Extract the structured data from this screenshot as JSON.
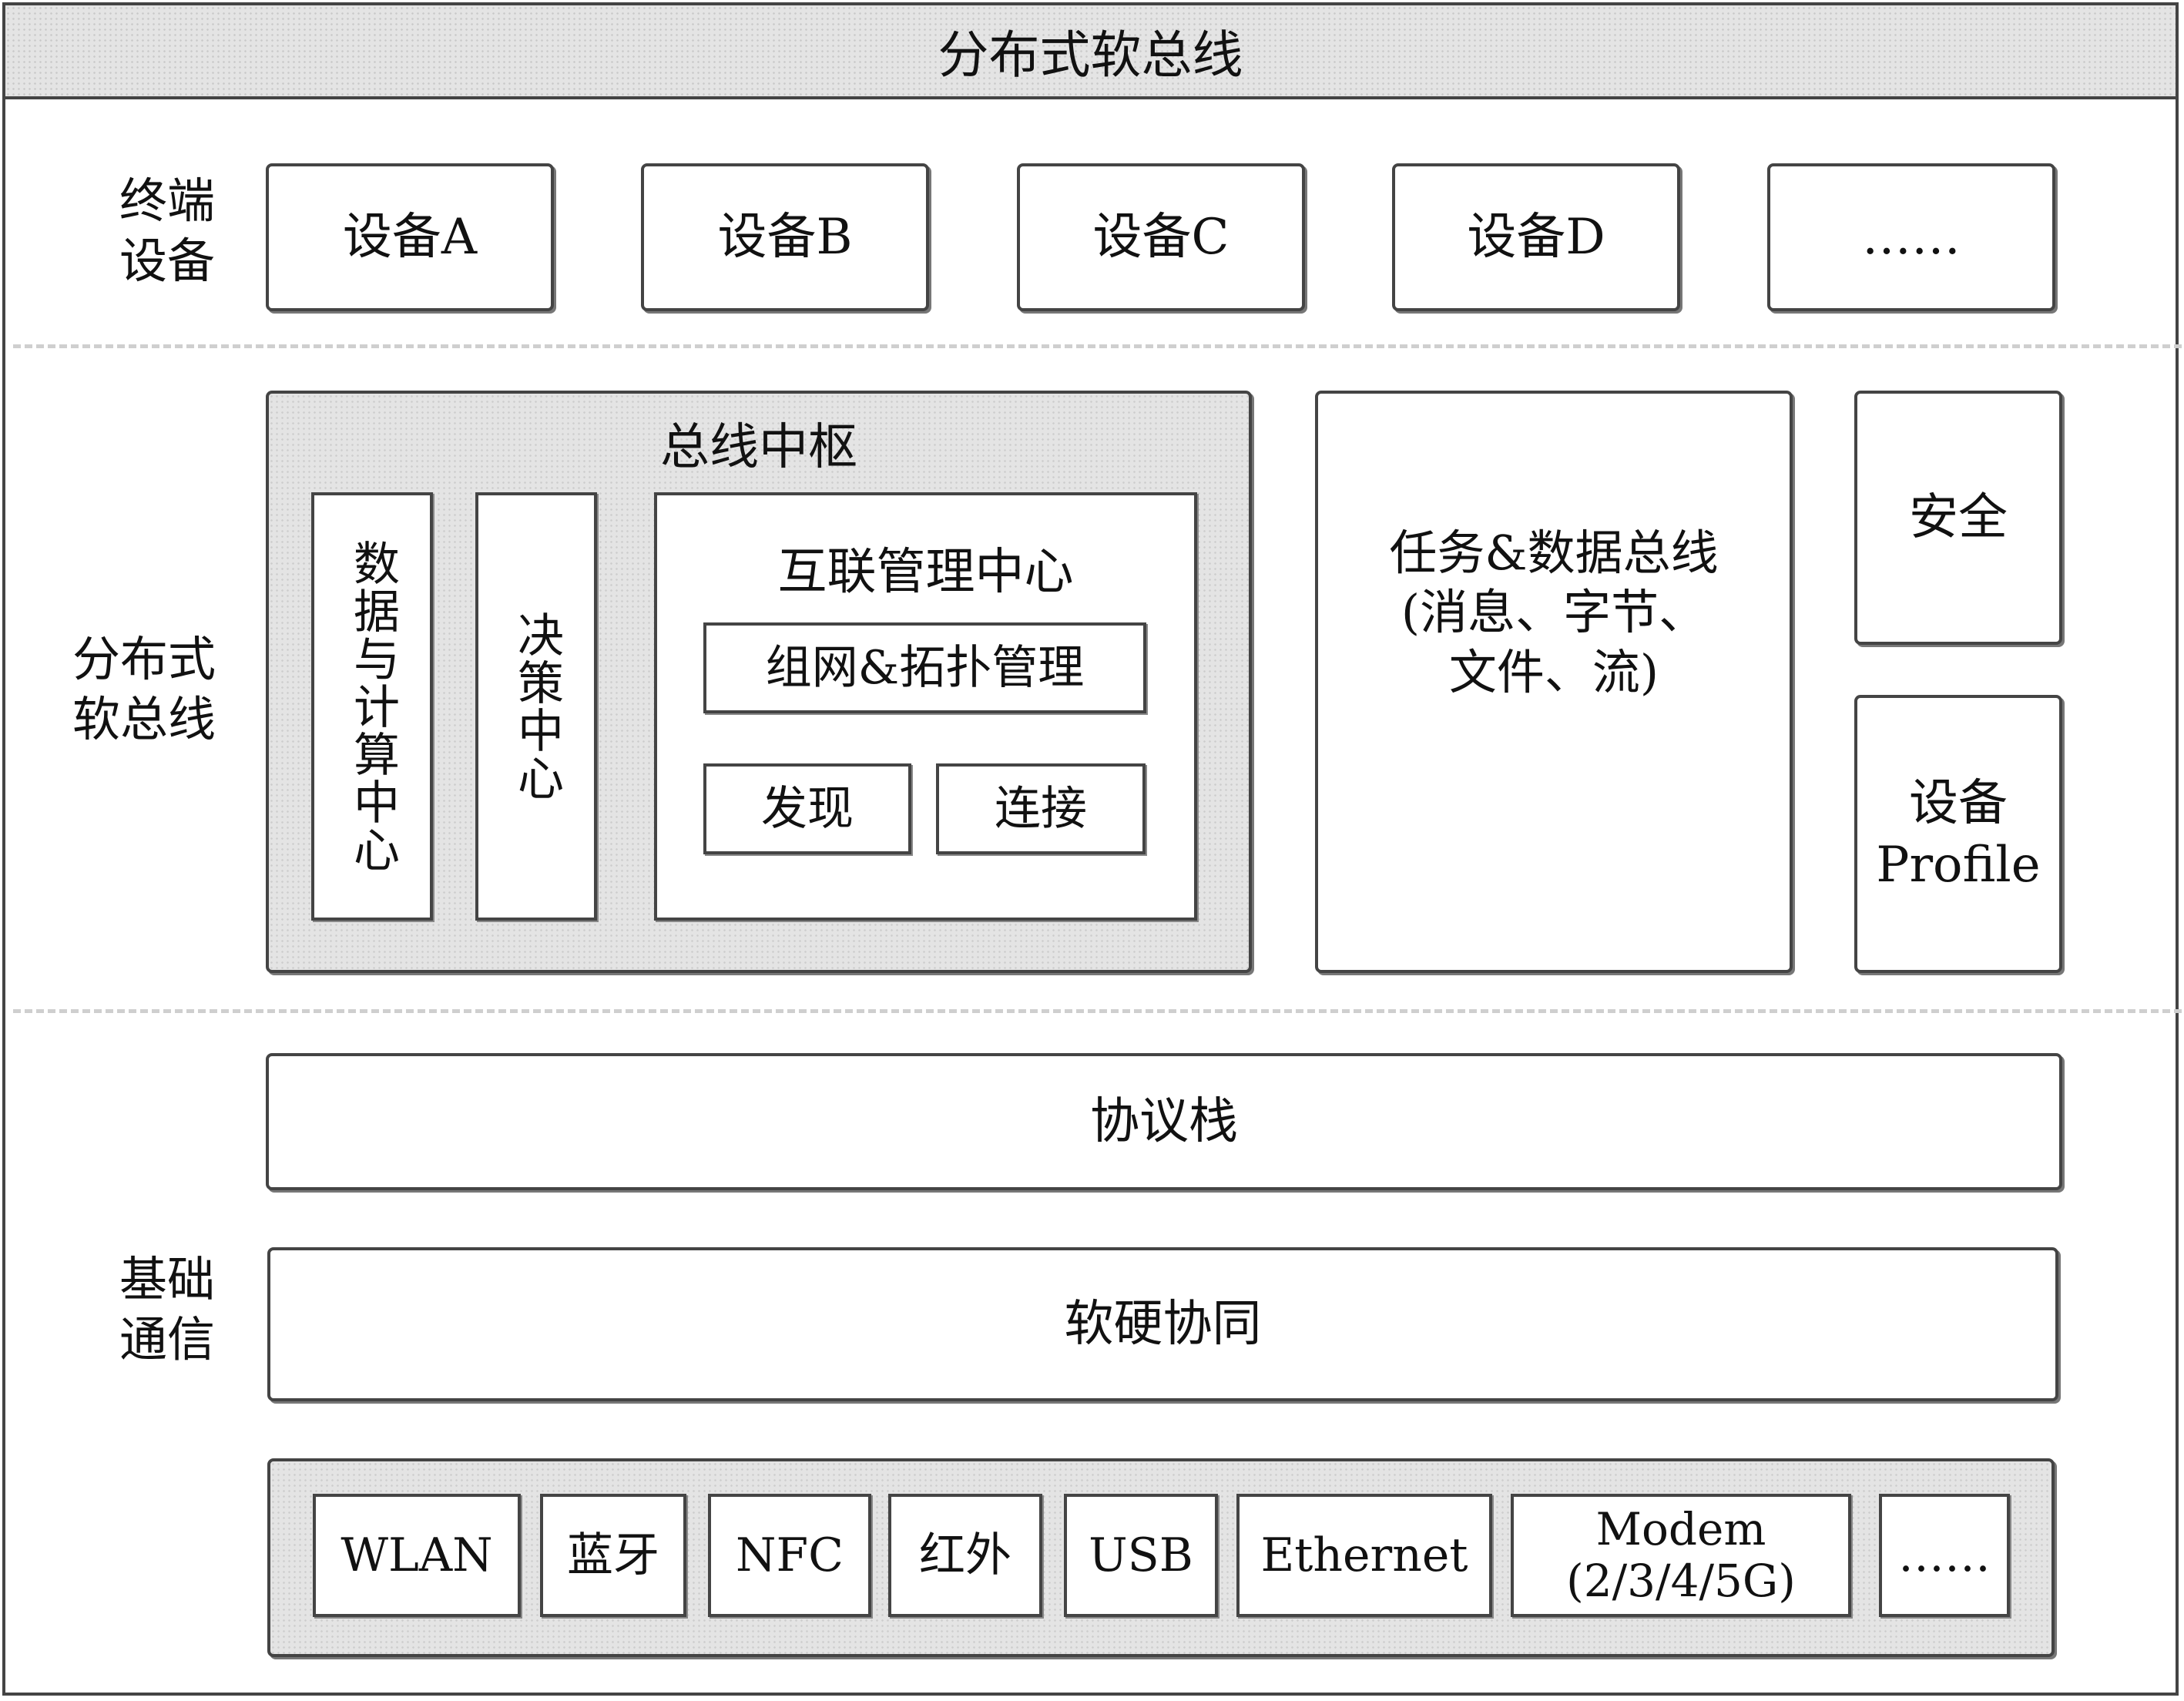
{
  "title": "分布式软总线",
  "layers": {
    "terminal": {
      "label_l1": "终端",
      "label_l2": "设备"
    },
    "softbus": {
      "label_l1": "分布式",
      "label_l2": "软总线"
    },
    "basic": {
      "label_l1": "基础",
      "label_l2": "通信"
    }
  },
  "devices": [
    "设备A",
    "设备B",
    "设备C",
    "设备D",
    "……"
  ],
  "bus_hub": {
    "title": "总线中枢",
    "data_compute": "数据与计算中心",
    "decision": "决策中心",
    "interconnect": {
      "title": "互联管理中心",
      "networking": "组网&拓扑管理",
      "discovery": "发现",
      "connection": "连接"
    }
  },
  "task_bus": {
    "line1": "任务&数据总线",
    "line2": "(消息、字节、",
    "line3": "文件、流)"
  },
  "security": "安全",
  "device_profile": {
    "line1": "设备",
    "line2": "Profile"
  },
  "protocol_stack": "协议栈",
  "hw_sw": "软硬协同",
  "comm": [
    "WLAN",
    "蓝牙",
    "NFC",
    "红外",
    "USB",
    "Ethernet",
    "Modem",
    "(2/3/4/5G)",
    "……"
  ]
}
